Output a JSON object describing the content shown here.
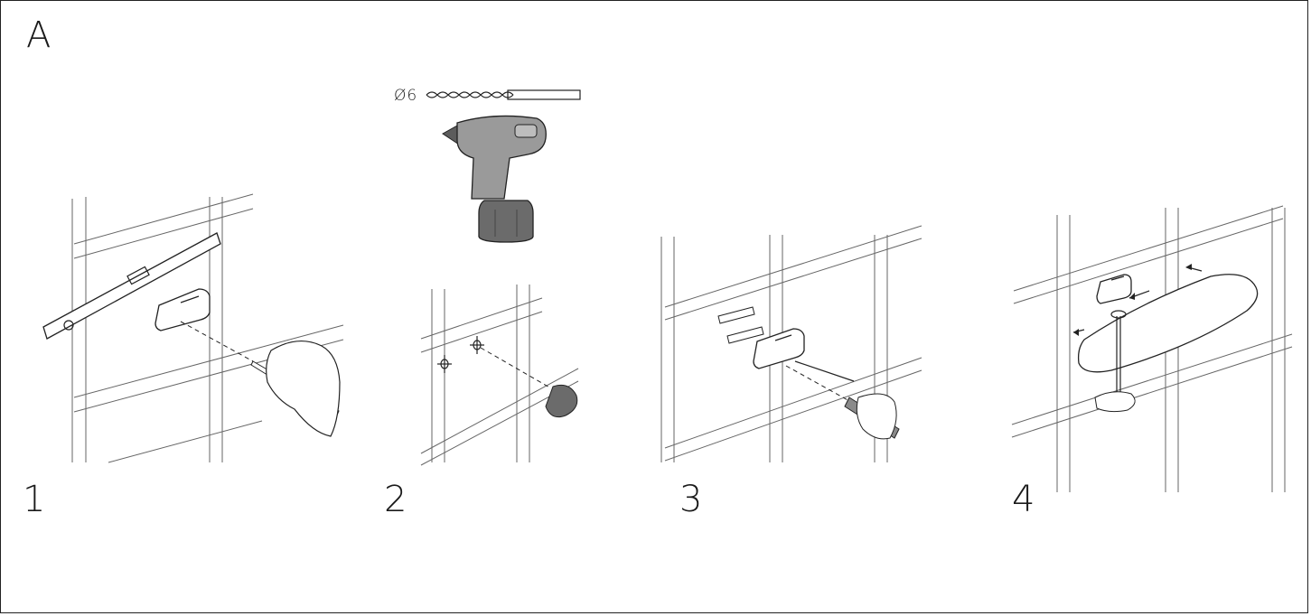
{
  "panel": {
    "letter": "A"
  },
  "drill_bit": {
    "size_label": "Ø6"
  },
  "steps": [
    {
      "number": "1",
      "action": "mark-holes"
    },
    {
      "number": "2",
      "action": "drill-holes"
    },
    {
      "number": "3",
      "action": "insert-plugs-and-screw-brackets"
    },
    {
      "number": "4",
      "action": "mount-shelf-and-tighten"
    }
  ],
  "colors": {
    "line": "#222222",
    "tile": "#666666",
    "drill_body": "#9a9a9a",
    "drill_dark": "#5c5c5c"
  }
}
